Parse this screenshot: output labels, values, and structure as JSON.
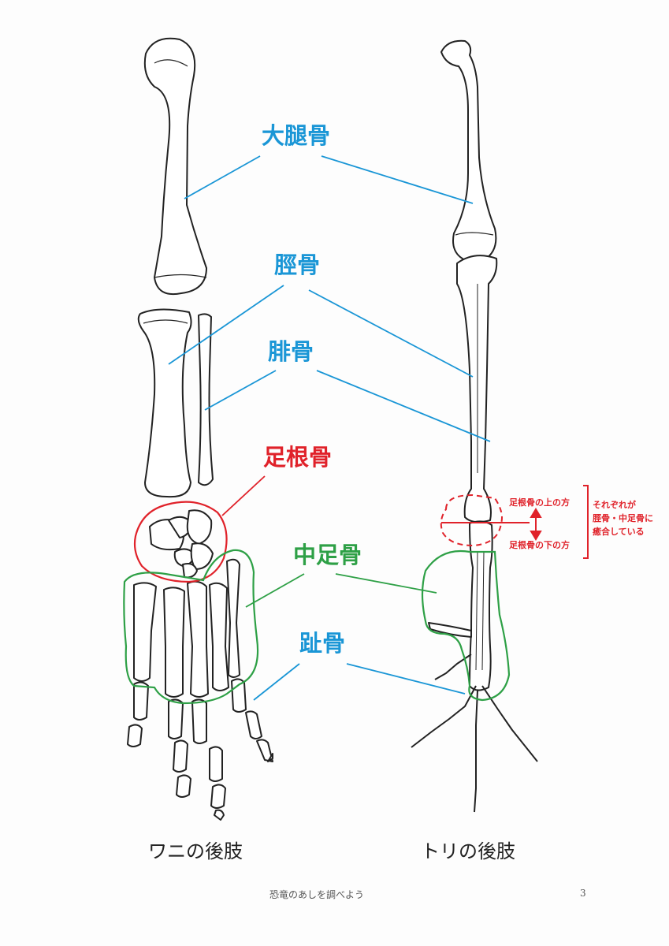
{
  "labels": {
    "femur": "大腿骨",
    "tibia": "脛骨",
    "fibula": "腓骨",
    "tarsal": "足根骨",
    "metatarsal": "中足骨",
    "phalanx": "趾骨"
  },
  "notes": {
    "upper_tarsal": "足根骨の上の方",
    "lower_tarsal": "足根骨の下の方",
    "fused_line1": "それぞれが",
    "fused_line2": "脛骨・中足骨に",
    "fused_line3": "癒合している"
  },
  "captions": {
    "crocodile": "ワニの後肢",
    "bird": "トリの後肢"
  },
  "footer": {
    "title": "恐竜のあしを調べよう",
    "page": "3"
  },
  "colors": {
    "blue": "#1a96d6",
    "red": "#e0222a",
    "green": "#2ea046"
  }
}
